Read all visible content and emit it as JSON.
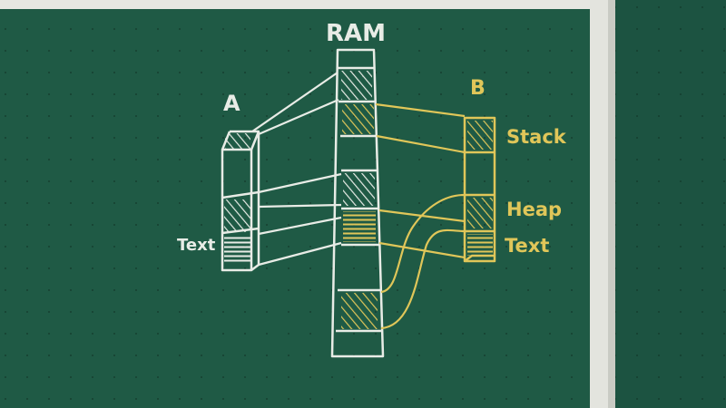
{
  "labels": {
    "ram": "RAM",
    "process_a": "A",
    "process_b": "B",
    "text_a": "Text",
    "stack_b": "Stack",
    "heap_b": "Heap",
    "text_b": "Text"
  },
  "colors": {
    "board": "#1f5a45",
    "board_dark": "#174636",
    "frame": "#e6e7e2",
    "chalk_white": "#e8ece6",
    "chalk_yellow": "#e0c659"
  }
}
